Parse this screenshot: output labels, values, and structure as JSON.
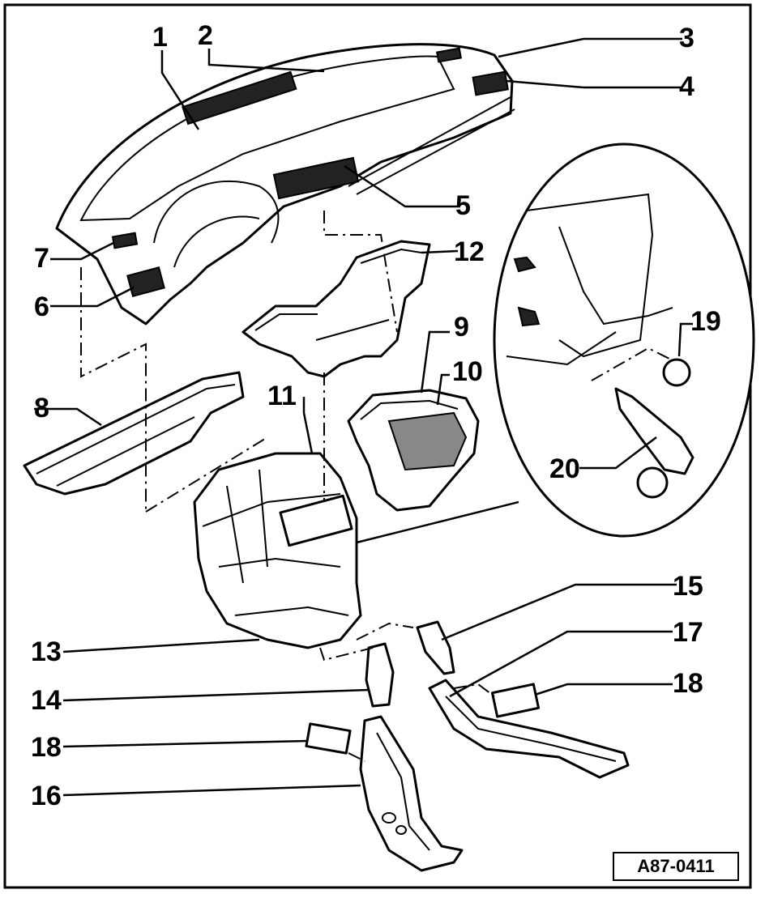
{
  "figure": {
    "reference_code": "A87-0411",
    "callouts": [
      {
        "id": "c1",
        "label": "1"
      },
      {
        "id": "c2",
        "label": "2"
      },
      {
        "id": "c3",
        "label": "3"
      },
      {
        "id": "c4",
        "label": "4"
      },
      {
        "id": "c5",
        "label": "5"
      },
      {
        "id": "c6",
        "label": "6"
      },
      {
        "id": "c7",
        "label": "7"
      },
      {
        "id": "c8",
        "label": "8"
      },
      {
        "id": "c9",
        "label": "9"
      },
      {
        "id": "c10",
        "label": "10"
      },
      {
        "id": "c11",
        "label": "11"
      },
      {
        "id": "c12",
        "label": "12"
      },
      {
        "id": "c13",
        "label": "13"
      },
      {
        "id": "c14",
        "label": "14"
      },
      {
        "id": "c15",
        "label": "15"
      },
      {
        "id": "c16",
        "label": "16"
      },
      {
        "id": "c17",
        "label": "17"
      },
      {
        "id": "c18a",
        "label": "18"
      },
      {
        "id": "c18b",
        "label": "18"
      },
      {
        "id": "c19",
        "label": "19"
      },
      {
        "id": "c20",
        "label": "20"
      }
    ]
  }
}
